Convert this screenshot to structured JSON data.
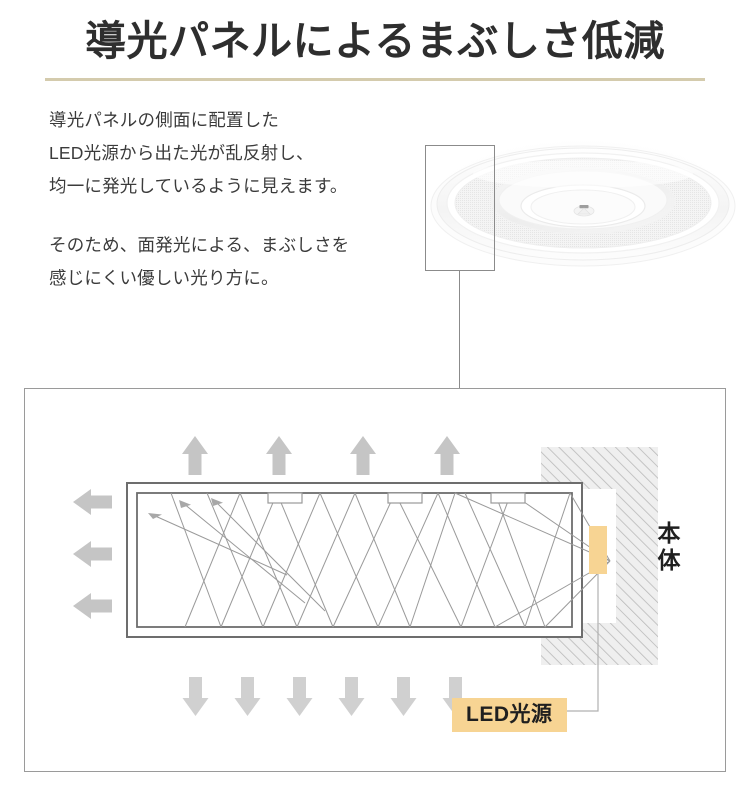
{
  "page": {
    "title": "導光パネルによるまぶしさ低減",
    "background_color": "#ffffff",
    "rule_color": "#d4cbad"
  },
  "intro": {
    "paragraphs": [
      "導光パネルの側面に配置した\nLED光源から出た光が乱反射し、\n均一に発光しているように見えます。",
      "そのため、面発光による、まぶしさを\n感じにくい優しい光り方に。"
    ],
    "paragraph_1_lines": [
      "導光パネルの側面に配置した",
      "LED光源から出た光が乱反射し、",
      "均一に発光しているように見えます。"
    ],
    "paragraph_2_lines": [
      "そのため、面発光による、まぶしさを",
      "感じにくい優しい光り方に。"
    ]
  },
  "photo": {
    "alt": "円形シーリングライト本体の写真",
    "callout_label": "導光パネル側面の拡大位置"
  },
  "diagram": {
    "body_label_chars": [
      "本",
      "体"
    ],
    "body_label": "本体",
    "led_label": "LED光源",
    "led_color": "#f7d493",
    "hatch_color": "#b5b5b5",
    "hatch_fill": "#efefef",
    "arrow_color_up": "#c3c3c3",
    "arrow_color_down": "#cfcfcf",
    "arrow_color_left": "#c3c3c3",
    "panel_stroke": "#6d6d6d",
    "ray_color": "#9a9a9a",
    "up_arrow_count": 4,
    "down_arrow_count": 6,
    "left_arrow_count": 3,
    "notch_count": 3
  }
}
